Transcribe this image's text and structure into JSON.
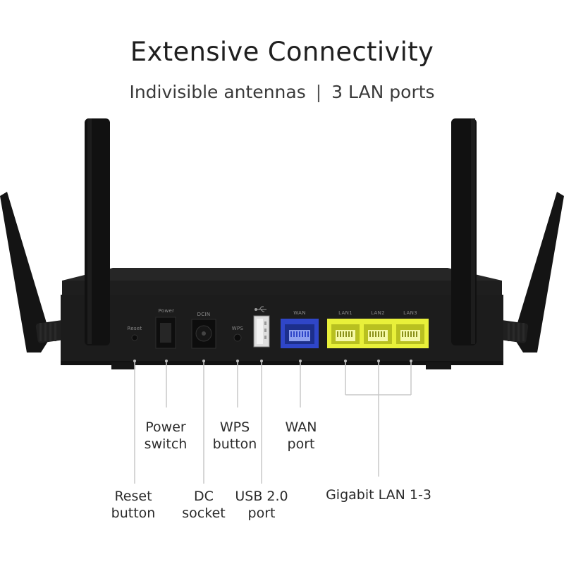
{
  "header": {
    "title": "Extensive Connectivity",
    "subtitle_left": "Indivisible antennas",
    "subtitle_sep": "|",
    "subtitle_right": "3 LAN ports"
  },
  "panel_labels": {
    "reset": "Reset",
    "power": "Power",
    "dcin": "DCIN",
    "wps": "WPS",
    "wan": "WAN",
    "lan1": "LAN1",
    "lan2": "LAN2",
    "lan3": "LAN3"
  },
  "callouts": {
    "power_switch": [
      "Power",
      "switch"
    ],
    "wps_button": [
      "WPS",
      "button"
    ],
    "wan_port": [
      "WAN",
      "port"
    ],
    "reset_button": [
      "Reset",
      "button"
    ],
    "dc_socket": [
      "DC",
      "socket"
    ],
    "usb_port": [
      "USB 2.0",
      "port"
    ],
    "gigabit_lan": [
      "Gigabit LAN 1-3"
    ]
  },
  "colors": {
    "router_body": "#1c1c1c",
    "wan_port": "#2f46c8",
    "lan_port": "#e8f03a",
    "leader_line": "#c8c8c8"
  },
  "icons": {
    "usb": "usb-icon"
  }
}
